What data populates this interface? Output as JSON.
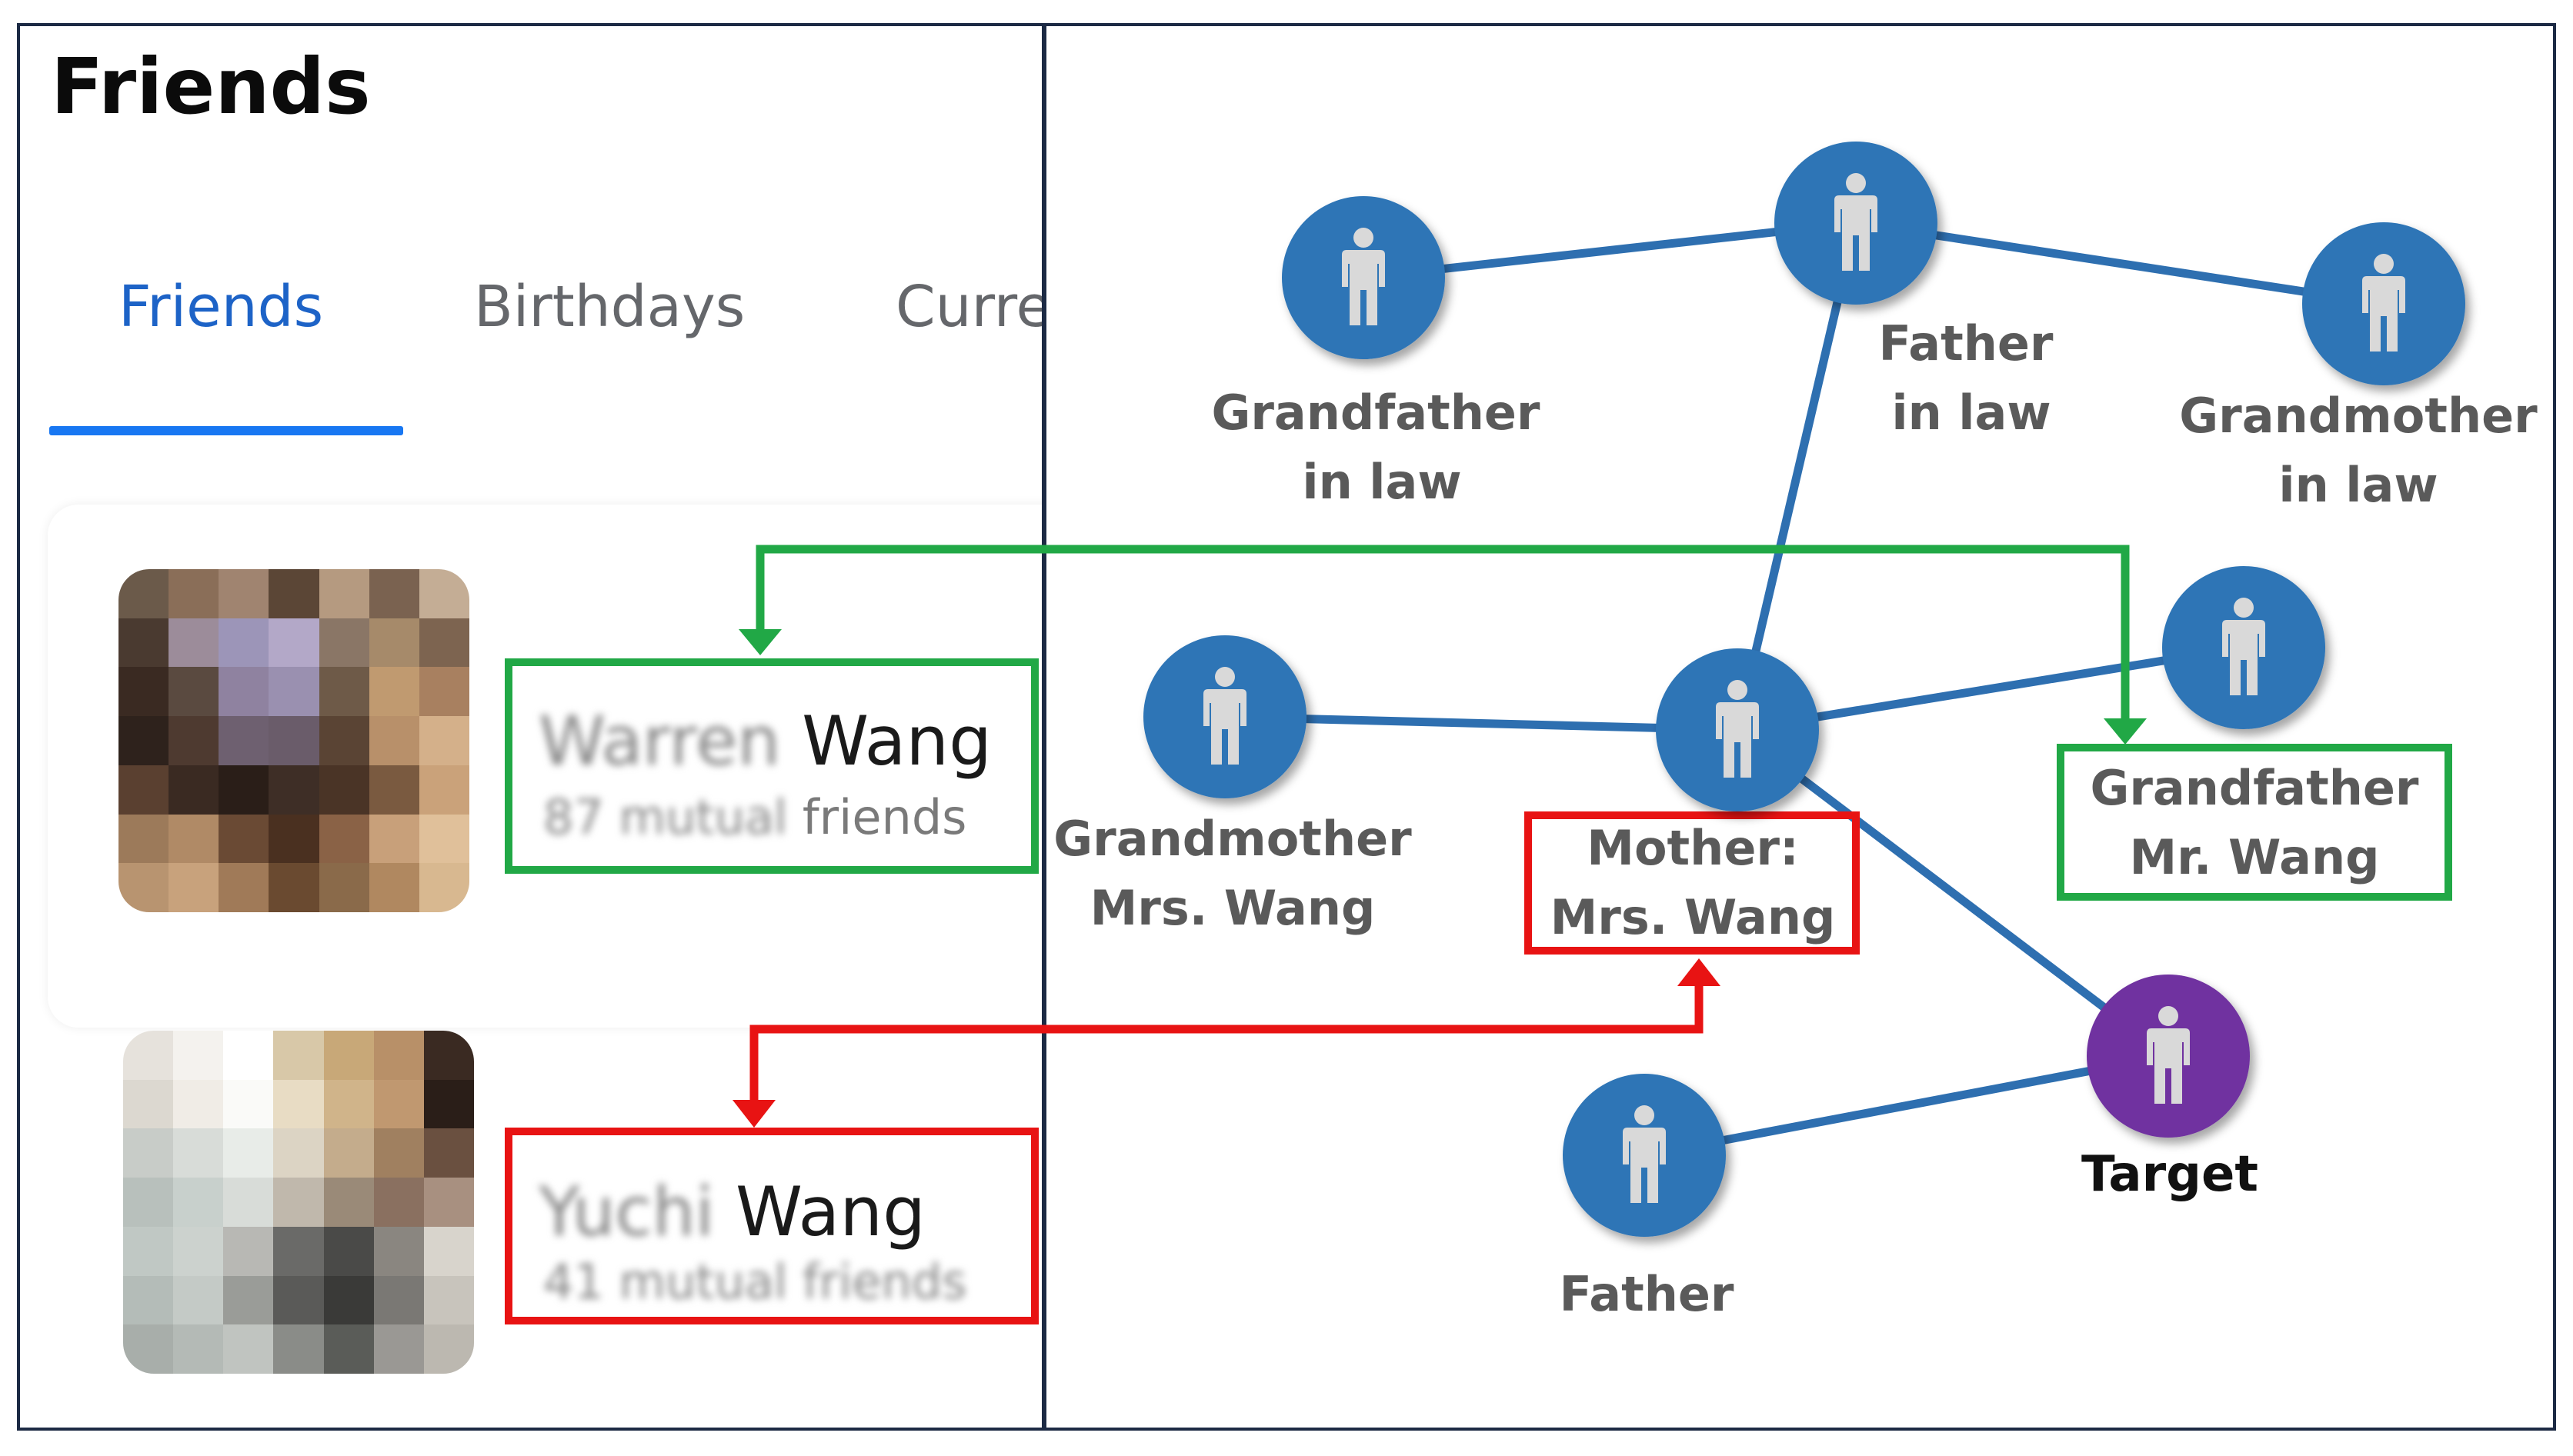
{
  "left_panel": {
    "heading": "Friends",
    "tabs": [
      {
        "label": "Friends",
        "active": true
      },
      {
        "label": "Birthdays",
        "active": false
      },
      {
        "label": "Curre",
        "active": false
      }
    ],
    "friends": [
      {
        "first_name_blurred": "Warren",
        "surname": "Wang",
        "sub_blurred": "87 mutual",
        "sub_visible": "friends",
        "box_color": "#21a846"
      },
      {
        "first_name_blurred": "Yuchi",
        "surname": "Wang",
        "sub_blurred": "41 mutual friends",
        "sub_visible": "",
        "box_color": "#e81313"
      }
    ]
  },
  "diagram": {
    "node_color": "#2e75b6",
    "target_color": "#7030a0",
    "link_color": "#2e6fb0",
    "nodes": [
      {
        "id": "grandfather-in-law",
        "label_lines": [
          "Grandfather",
          "in law"
        ]
      },
      {
        "id": "father-in-law",
        "label_lines": [
          "Father",
          "in law"
        ]
      },
      {
        "id": "grandmother-in-law",
        "label_lines": [
          "Grandmother",
          "in law"
        ]
      },
      {
        "id": "grandmother-mrs-wang",
        "label_lines": [
          "Grandmother",
          "Mrs. Wang"
        ]
      },
      {
        "id": "mother-mrs-wang",
        "label_lines": [
          "Mother:",
          "Mrs. Wang"
        ]
      },
      {
        "id": "grandfather-mr-wang",
        "label_lines": [
          "Grandfather",
          "Mr. Wang"
        ]
      },
      {
        "id": "father",
        "label_lines": [
          "Father"
        ]
      },
      {
        "id": "target",
        "label_lines": [
          "Target"
        ]
      }
    ],
    "highlight_colors": {
      "green": "#21a846",
      "red": "#e81313"
    }
  }
}
